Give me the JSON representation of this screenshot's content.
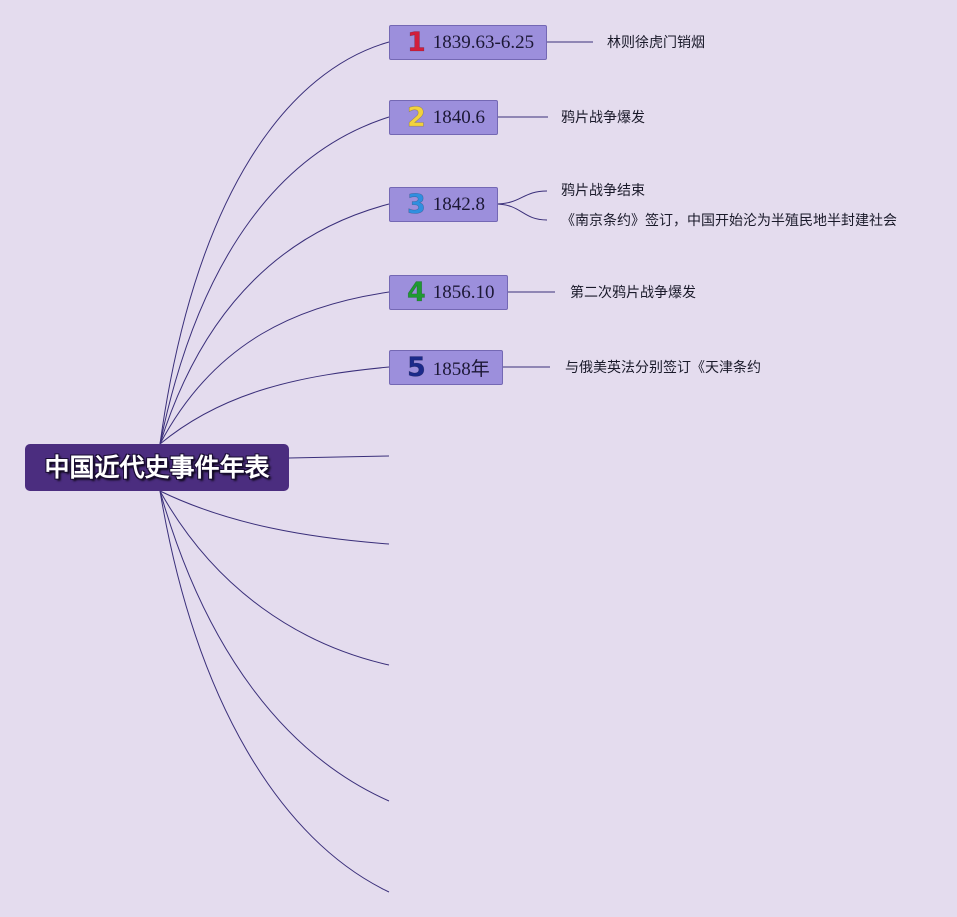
{
  "root": {
    "title": "中国近代史事件年表"
  },
  "branches": [
    {
      "badge": "1",
      "badge_color": "#d21e3c",
      "date": "1839.63-6.25",
      "notes": [
        "林则徐虎门销烟"
      ]
    },
    {
      "badge": "2",
      "badge_color": "#f2d23c",
      "date": "1840.6",
      "notes": [
        "鸦片战争爆发"
      ]
    },
    {
      "badge": "3",
      "badge_color": "#2f8fe0",
      "date": "1842.8",
      "notes": [
        "鸦片战争结束",
        "《南京条约》签订，中国开始沦为半殖民地半封建社会"
      ]
    },
    {
      "badge": "4",
      "badge_color": "#1f9a32",
      "date": "1856.10",
      "notes": [
        "第二次鸦片战争爆发"
      ]
    },
    {
      "badge": "5",
      "badge_color": "#1b2a8a",
      "date": "1858年",
      "notes": [
        "与俄美英法分别签订《天津条约"
      ]
    }
  ],
  "colors": {
    "background": "#e4dcee",
    "root_fill": "#4b2d7f",
    "branch_fill": "#9c8fdc",
    "connector": "#3a2f7a"
  }
}
